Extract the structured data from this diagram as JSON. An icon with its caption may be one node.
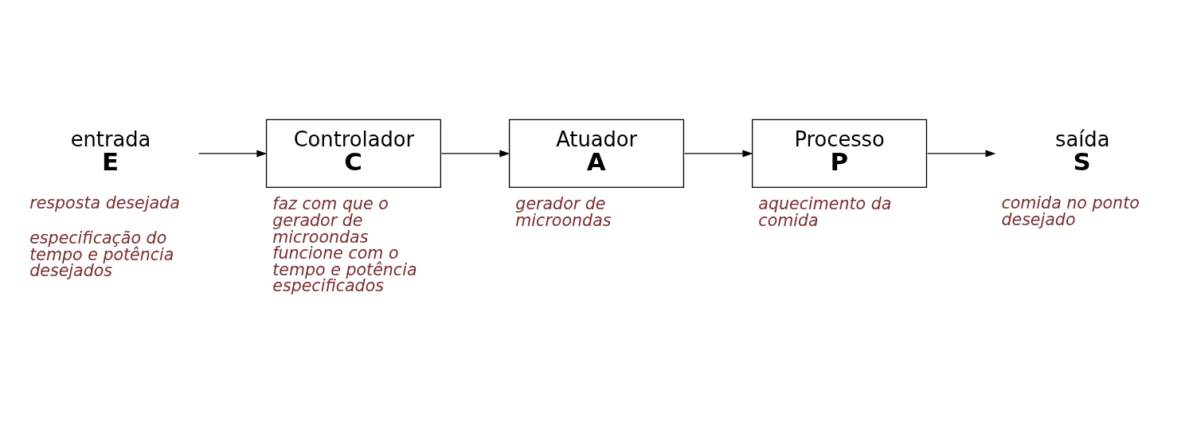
{
  "diagram": {
    "nodes": [
      {
        "text": [
          "entrada",
          "E"
        ],
        "beside": [
          "resposta desejada",
          "especificação do tempo e potência desejados"
        ]
      },
      {
        "text": [
          "Controlador",
          "C"
        ],
        "beside": [
          "faz com que o gerador de microondas funcione com o tempo e potência especificados"
        ]
      },
      {
        "text": [
          "Atuador",
          "A"
        ],
        "beside": [
          "gerador de microondas"
        ]
      },
      {
        "text": [
          "Processo",
          "P"
        ],
        "beside": [
          "aquecimento da comida"
        ]
      },
      {
        "text": [
          "saída",
          "S"
        ],
        "beside": [
          "comida no ponto desejado"
        ]
      }
    ],
    "edges": [
      {
        "from": 0,
        "to": 1,
        "arrow": "to"
      },
      {
        "from": 1,
        "to": 2,
        "arrow": "to"
      },
      {
        "from": 2,
        "to": 3,
        "arrow": "to"
      },
      {
        "from": 3,
        "to": 4,
        "arrow": "to"
      }
    ]
  }
}
